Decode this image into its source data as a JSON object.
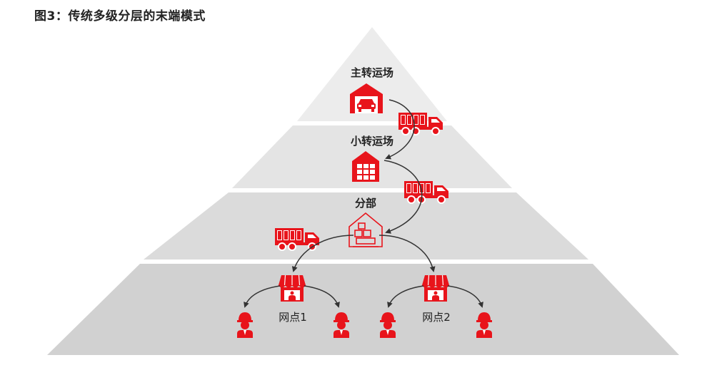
{
  "figure": {
    "title": "图3：传统多级分层的末端模式"
  },
  "tiers": [
    {
      "label": "主转运场",
      "icon": "warehouse-truck-icon"
    },
    {
      "label": "小转运场",
      "icon": "warehouse-boxes-icon"
    },
    {
      "label": "分部",
      "icon": "house-parcels-icon"
    },
    {
      "outlets": [
        {
          "label": "网点1",
          "icon": "shop-stall-icon",
          "couriers": 2
        },
        {
          "label": "网点2",
          "icon": "shop-stall-icon",
          "couriers": 2
        }
      ]
    }
  ],
  "colors": {
    "accent": "#e8141b",
    "tier1": "#ececec",
    "tier2": "#e4e4e4",
    "tier3": "#dbdbdb",
    "tier4": "#d1d1d1",
    "arrow": "#333333"
  }
}
